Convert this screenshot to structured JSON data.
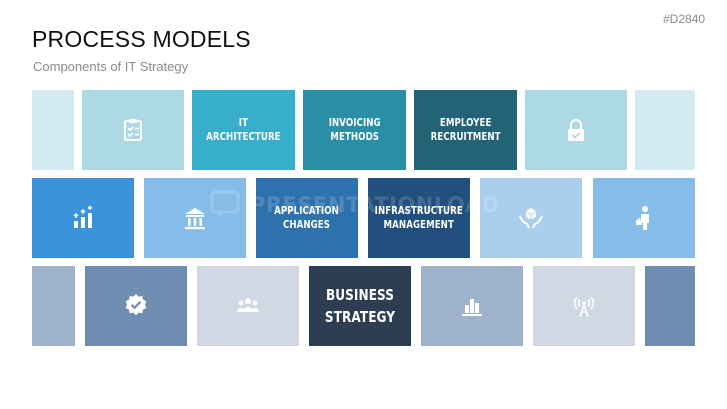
{
  "slide_tag": "#D2840",
  "title": "PROCESS MODELS",
  "subtitle": "Components of IT Strategy",
  "colors": {
    "row1_pale": "#d5ebf2",
    "row1_light": "#add9e4",
    "row1_teal_mid": "#37aecb",
    "row1_teal": "#2a8ea6",
    "row1_teal_dark": "#226375",
    "row2_blue": "#3a92d8",
    "row2_light": "#85bde8",
    "row2_mid": "#2e72ad",
    "row2_dark": "#214f7e",
    "row2_pale": "#aacfee",
    "row3_slate_light": "#9eb2c9",
    "row3_slate": "#6f8db0",
    "row3_pale": "#cfd8e3",
    "row3_navy": "#2d3e52"
  },
  "row1": {
    "checklist_icon": "clipboard-checklist",
    "it_architecture": "IT\nARCHITECTURE",
    "invoicing_methods": "INVOICING\nMETHODS",
    "employee_recruitment": "EMPLOYEE\nRECRUITMENT",
    "lock_icon": "padlock-check"
  },
  "row2": {
    "growth_icon": "bar-chart-growth-arrows",
    "bank_icon": "bank-building",
    "application_changes": "APPLICATION\nCHANGES",
    "infrastructure_management": "INFRASTRUCTURE\nMANAGEMENT",
    "hands_box_icon": "hands-holding-box",
    "businessman_icon": "businessman-with-briefcase"
  },
  "row3": {
    "verified_icon": "verified-badge-check",
    "team_icon": "team-group",
    "business_strategy": "BUSINESS\nSTRATEGY",
    "bar_chart_icon": "bar-chart",
    "antenna_icon": "radio-antenna"
  },
  "watermark": "PRESENTATIONLOAD"
}
